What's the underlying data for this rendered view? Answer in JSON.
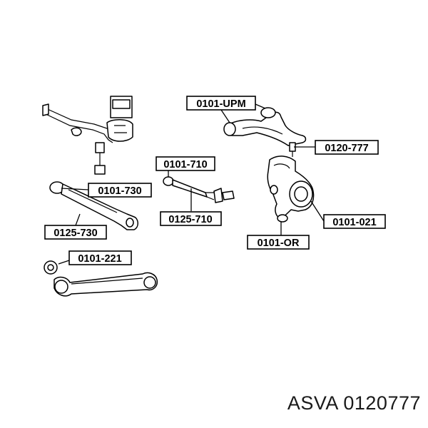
{
  "part_labels": {
    "upper_arm": "0101-UPM",
    "ball_joint": "0120-777",
    "stab_link": "0101-710",
    "toe_arm": "0125-710",
    "knuckle_bushing": "0101-021",
    "knuckle_bottom": "0101-OR",
    "lower_arm_bushing": "0101-730",
    "lower_arm": "0125-730",
    "trailing_bushing": "0101-221"
  },
  "footer": {
    "brand": "ASVA",
    "part_number": "0120777"
  },
  "colors": {
    "ink": "#000000",
    "background": "#ffffff",
    "caption": "#1a1a1a"
  }
}
